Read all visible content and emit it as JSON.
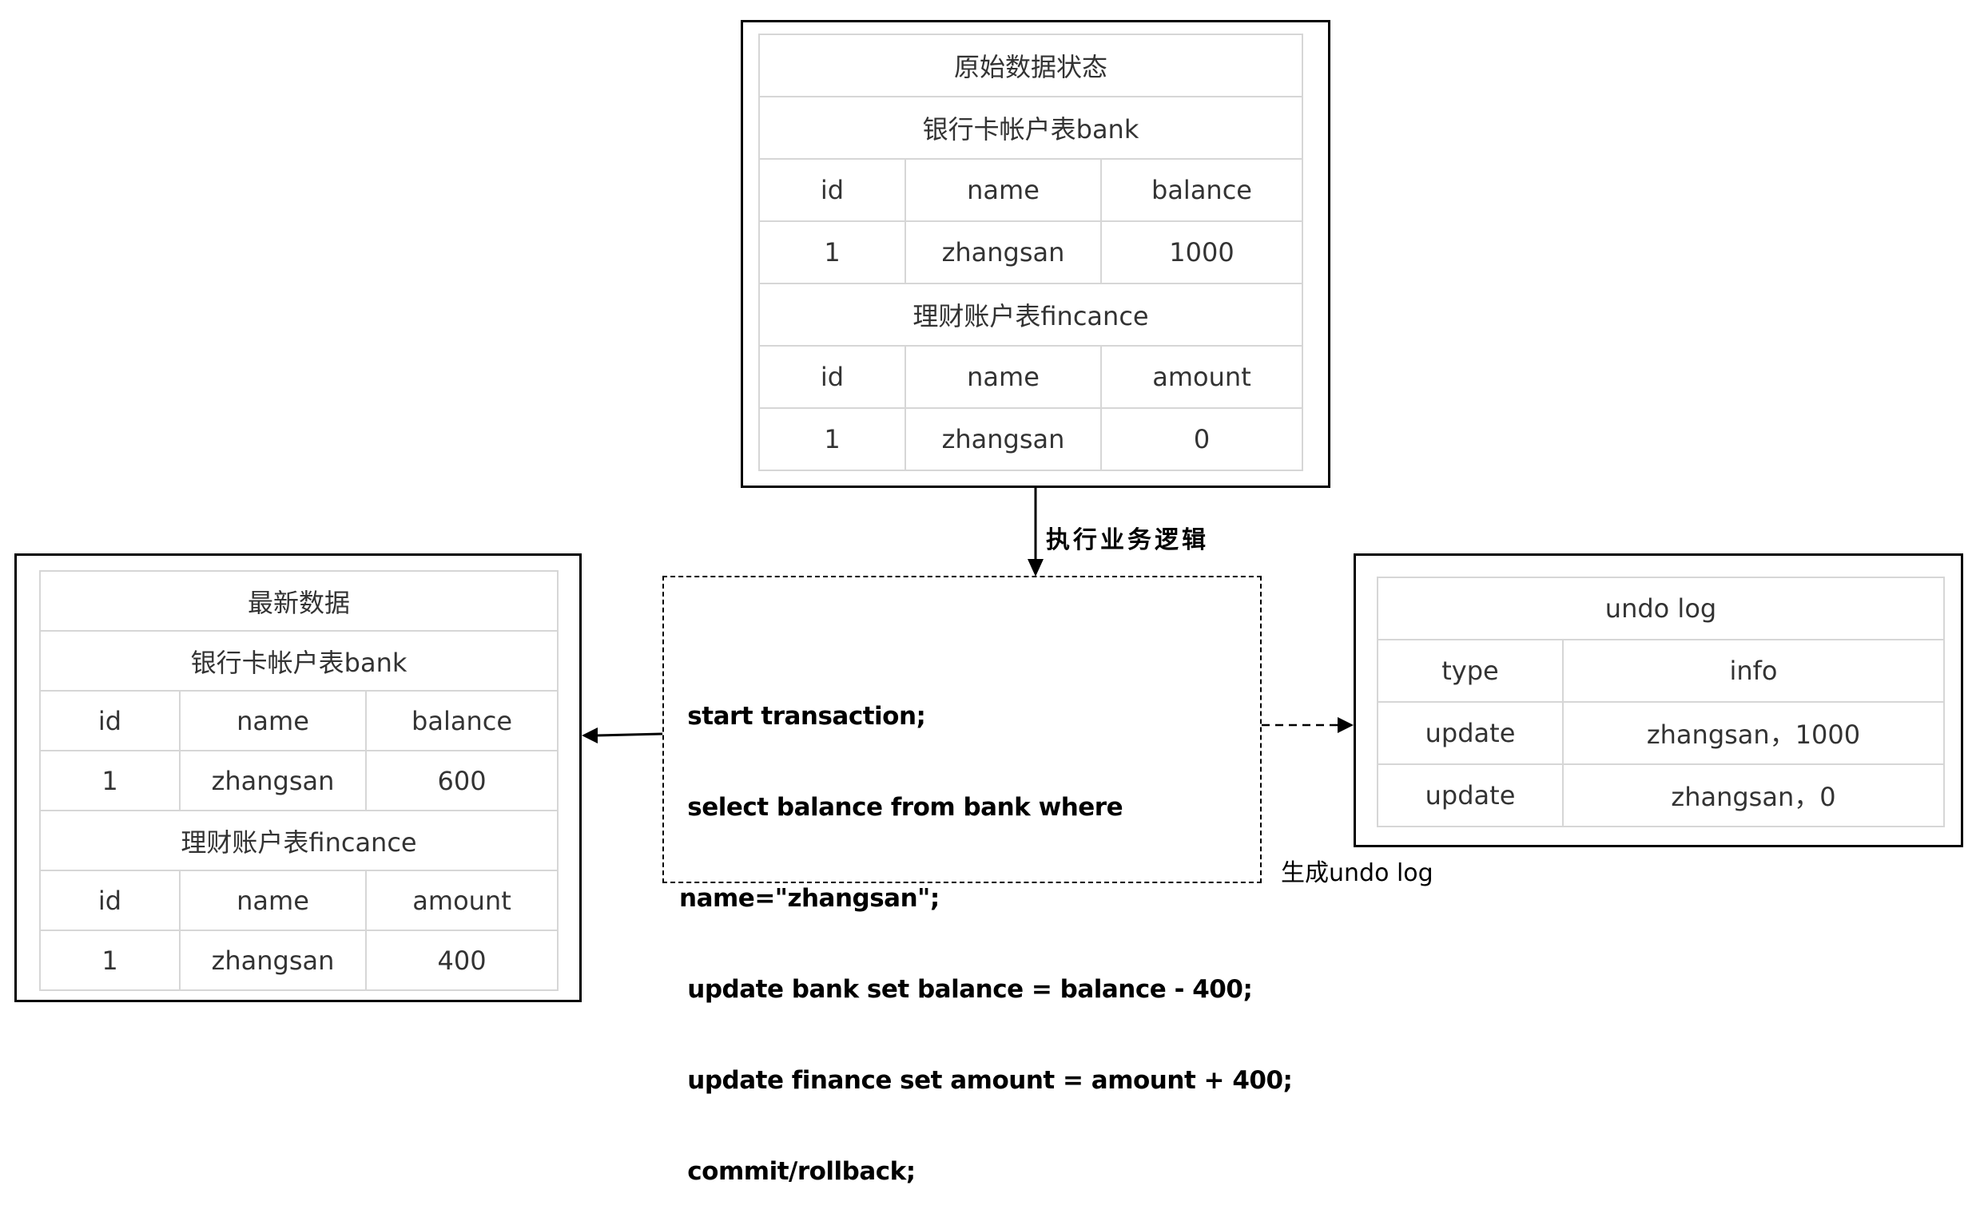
{
  "original_state": {
    "title": "原始数据状态",
    "bank_table_title": "银行卡帐户表bank",
    "bank_headers": [
      "id",
      "name",
      "balance"
    ],
    "bank_row": [
      "1",
      "zhangsan",
      "1000"
    ],
    "finance_table_title": "理财账户表fincance",
    "finance_headers": [
      "id",
      "name",
      "amount"
    ],
    "finance_row": [
      "1",
      "zhangsan",
      "0"
    ]
  },
  "latest_state": {
    "title": "最新数据",
    "bank_table_title": "银行卡帐户表bank",
    "bank_headers": [
      "id",
      "name",
      "balance"
    ],
    "bank_row": [
      "1",
      "zhangsan",
      "600"
    ],
    "finance_table_title": "理财账户表fincance",
    "finance_headers": [
      "id",
      "name",
      "amount"
    ],
    "finance_row": [
      "1",
      "zhangsan",
      "400"
    ]
  },
  "undo_log": {
    "title": "undo log",
    "headers": [
      "type",
      "info"
    ],
    "rows": [
      [
        "update",
        "zhangsan，1000"
      ],
      [
        "update",
        "zhangsan，0"
      ]
    ]
  },
  "transaction": {
    "lines": [
      " start transaction;",
      " select balance from bank where",
      "name=\"zhangsan\";",
      " update bank set balance = balance - 400;",
      " update finance set amount = amount + 400;",
      " commit/rollback;"
    ]
  },
  "edge_labels": {
    "execute": "执行业务逻辑",
    "generate_undo": "生成undo log"
  }
}
